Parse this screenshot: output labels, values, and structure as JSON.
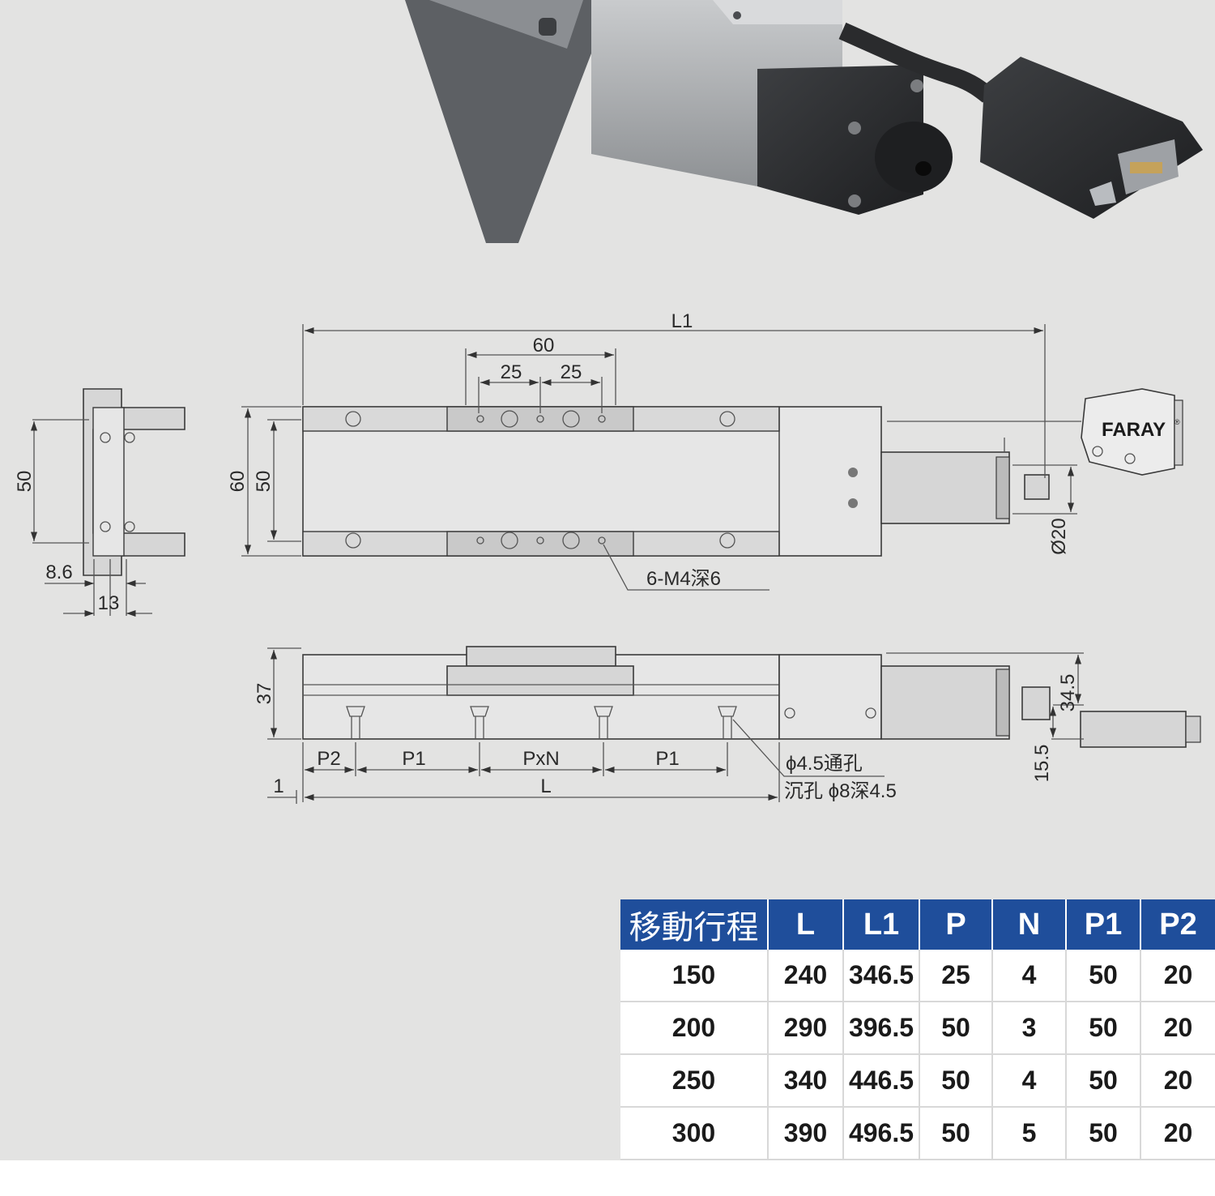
{
  "brand": "FARAY",
  "brand_mark": "®",
  "top_view": {
    "overall_length": "L1",
    "carriage_width": "60",
    "hole_spacing_left": "25",
    "hole_spacing_right": "25",
    "height_outer": "60",
    "height_inner": "50",
    "tapped_holes": "6-M4深6",
    "knob_diameter": "Ø20"
  },
  "end_view": {
    "height": "50",
    "offset_a": "8.6",
    "offset_b": "13"
  },
  "side_view": {
    "height": "37",
    "p2": "P2",
    "p1_left": "P1",
    "pxn": "PxN",
    "p1_right": "P1",
    "edge_offset": "1",
    "length": "L",
    "through_hole": "ϕ4.5通孔",
    "counterbore": "沉孔 ϕ8深4.5",
    "knob_offset": "34.5",
    "connector_offset": "15.5"
  },
  "spec_table": {
    "headers": [
      "移動行程",
      "L",
      "L1",
      "P",
      "N",
      "P1",
      "P2"
    ],
    "rows": [
      [
        "150",
        "240",
        "346.5",
        "25",
        "4",
        "50",
        "20"
      ],
      [
        "200",
        "290",
        "396.5",
        "50",
        "3",
        "50",
        "20"
      ],
      [
        "250",
        "340",
        "446.5",
        "50",
        "4",
        "50",
        "20"
      ],
      [
        "300",
        "390",
        "496.5",
        "50",
        "5",
        "50",
        "20"
      ]
    ]
  },
  "colors": {
    "background": "#e3e3e2",
    "table_header": "#1f4e9b",
    "table_body": "#ffffff"
  }
}
